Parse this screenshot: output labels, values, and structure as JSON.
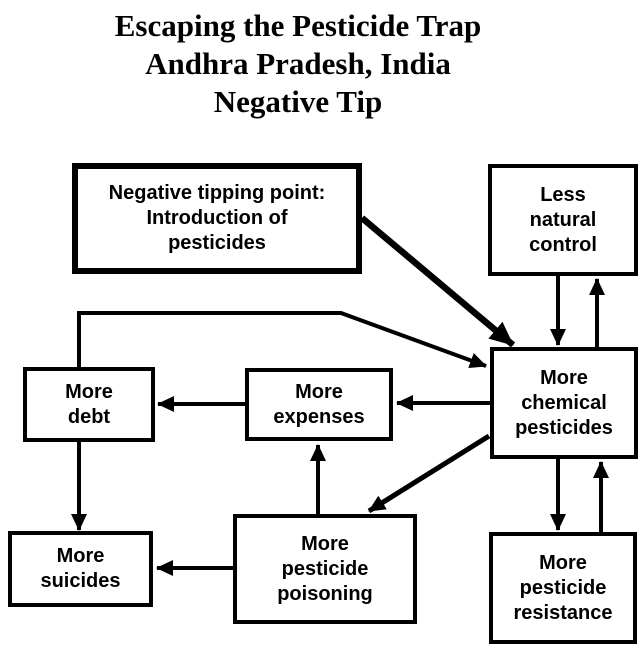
{
  "title": {
    "text": "Escaping the Pesticide Trap\nAndhra Pradesh, India\nNegative Tip"
  },
  "colors": {
    "ink": "#000000",
    "background": "#ffffff"
  },
  "diagram": {
    "nodes": {
      "negative_tipping_point": {
        "label": "Negative tipping point:\nIntroduction of\npesticides"
      },
      "less_natural_control": {
        "label": "Less\nnatural\ncontrol"
      },
      "more_chemical_pesticides": {
        "label": "More\nchemical\npesticides"
      },
      "more_debt": {
        "label": "More\ndebt"
      },
      "more_expenses": {
        "label": "More\nexpenses"
      },
      "more_suicides": {
        "label": "More\nsuicides"
      },
      "more_pesticide_poisoning": {
        "label": "More\npesticide\npoisoning"
      },
      "more_pesticide_resistance": {
        "label": "More\npesticide\nresistance"
      }
    },
    "edges": [
      {
        "from": "negative_tipping_point",
        "to": "more_chemical_pesticides",
        "style": "thick-diagonal"
      },
      {
        "from": "less_natural_control",
        "to": "more_chemical_pesticides",
        "style": "straight"
      },
      {
        "from": "more_chemical_pesticides",
        "to": "less_natural_control",
        "style": "straight"
      },
      {
        "from": "more_chemical_pesticides",
        "to": "more_expenses",
        "style": "straight"
      },
      {
        "from": "more_expenses",
        "to": "more_debt",
        "style": "straight"
      },
      {
        "from": "more_debt",
        "to": "more_suicides",
        "style": "straight"
      },
      {
        "from": "more_pesticide_poisoning",
        "to": "more_suicides",
        "style": "straight"
      },
      {
        "from": "more_pesticide_poisoning",
        "to": "more_expenses",
        "style": "straight"
      },
      {
        "from": "more_chemical_pesticides",
        "to": "more_pesticide_poisoning",
        "style": "diagonal"
      },
      {
        "from": "more_chemical_pesticides",
        "to": "more_pesticide_resistance",
        "style": "straight"
      },
      {
        "from": "more_pesticide_resistance",
        "to": "more_chemical_pesticides",
        "style": "straight"
      },
      {
        "from": "more_debt",
        "to": "more_chemical_pesticides",
        "style": "elbow"
      }
    ]
  }
}
